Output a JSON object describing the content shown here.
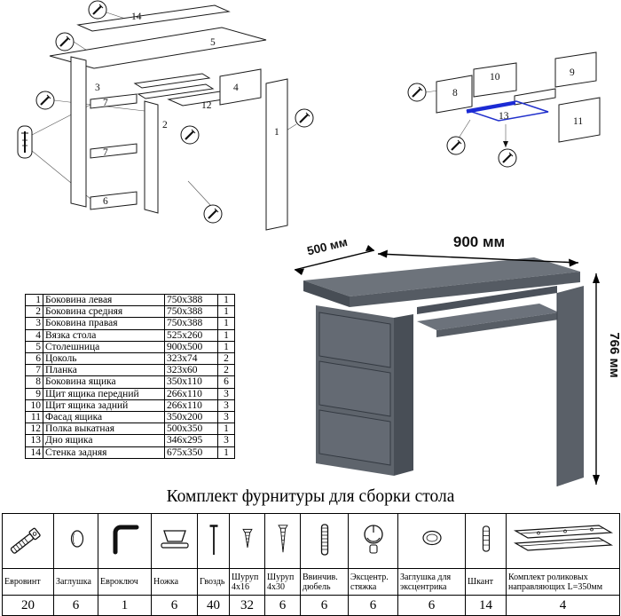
{
  "diagram_left": {
    "labels": [
      "14",
      "5",
      "3",
      "12",
      "2",
      "4",
      "7",
      "7",
      "6",
      "1"
    ]
  },
  "diagram_right": {
    "labels": [
      "8",
      "10",
      "9",
      "13",
      "11"
    ],
    "highlight_color": "#2130cc"
  },
  "desk": {
    "width_label": "900 мм",
    "depth_label": "500 мм",
    "height_label": "766 мм",
    "body_color": "#5d636b"
  },
  "parts_table": {
    "rows": [
      {
        "num": "1",
        "name": "Боковина левая",
        "size": "750x388",
        "qty": "1"
      },
      {
        "num": "2",
        "name": "Боковина средняя",
        "size": "750x388",
        "qty": "1"
      },
      {
        "num": "3",
        "name": "Боковина правая",
        "size": "750x388",
        "qty": "1"
      },
      {
        "num": "4",
        "name": "Вязка стола",
        "size": "525x260",
        "qty": "1"
      },
      {
        "num": "5",
        "name": "Столешница",
        "size": "900x500",
        "qty": "1"
      },
      {
        "num": "6",
        "name": "Цоколь",
        "size": "323x74",
        "qty": "2"
      },
      {
        "num": "7",
        "name": "Планка",
        "size": "323x60",
        "qty": "2"
      },
      {
        "num": "8",
        "name": "Боковина ящика",
        "size": "350x110",
        "qty": "6"
      },
      {
        "num": "9",
        "name": "Щит ящика передний",
        "size": "266x110",
        "qty": "3"
      },
      {
        "num": "10",
        "name": "Щит ящика задний",
        "size": "266x110",
        "qty": "3"
      },
      {
        "num": "11",
        "name": "Фасад ящика",
        "size": "350x200",
        "qty": "3"
      },
      {
        "num": "12",
        "name": "Полка выкатная",
        "size": "500x350",
        "qty": "1"
      },
      {
        "num": "13",
        "name": "Дно ящика",
        "size": "346x295",
        "qty": "3"
      },
      {
        "num": "14",
        "name": "Стенка задняя",
        "size": "675x350",
        "qty": "1"
      }
    ]
  },
  "hardware": {
    "title": "Комплект фурнитуры для сборки стола",
    "items": [
      {
        "name": "Евровинт",
        "qty": "20",
        "icon": "confirmat-screw-icon"
      },
      {
        "name": "Заглушка",
        "qty": "6",
        "icon": "cap-icon"
      },
      {
        "name": "Евроключ",
        "qty": "1",
        "icon": "hex-key-icon"
      },
      {
        "name": "Ножка",
        "qty": "6",
        "icon": "leg-icon"
      },
      {
        "name": "Гвоздь",
        "qty": "40",
        "icon": "nail-icon"
      },
      {
        "name": "Шуруп 4x16",
        "qty": "32",
        "icon": "screw-4x16-icon"
      },
      {
        "name": "Шуруп 4x30",
        "qty": "6",
        "icon": "screw-4x30-icon"
      },
      {
        "name": "Ввинчив. дюбель",
        "qty": "6",
        "icon": "threaded-dowel-icon"
      },
      {
        "name": "Эксцентр. стяжка",
        "qty": "6",
        "icon": "cam-lock-icon"
      },
      {
        "name": "Заглушка для эксцентрика",
        "qty": "6",
        "icon": "cam-cap-icon"
      },
      {
        "name": "Шкант",
        "qty": "14",
        "icon": "dowel-icon"
      },
      {
        "name": "Комплект роликовых направляющих L=350мм",
        "qty": "4",
        "icon": "drawer-slides-icon"
      }
    ]
  }
}
